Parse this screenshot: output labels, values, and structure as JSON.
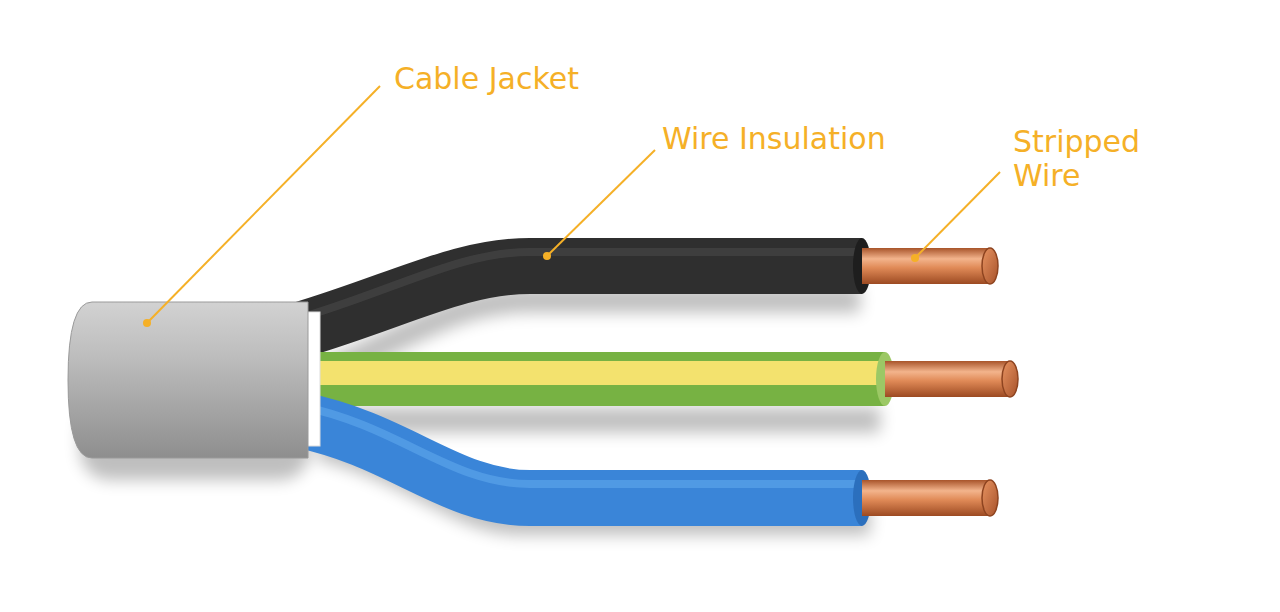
{
  "diagram": {
    "labels": [
      "Cable Jacket",
      "Wire Insulation",
      "Stripped Wire"
    ]
  }
}
